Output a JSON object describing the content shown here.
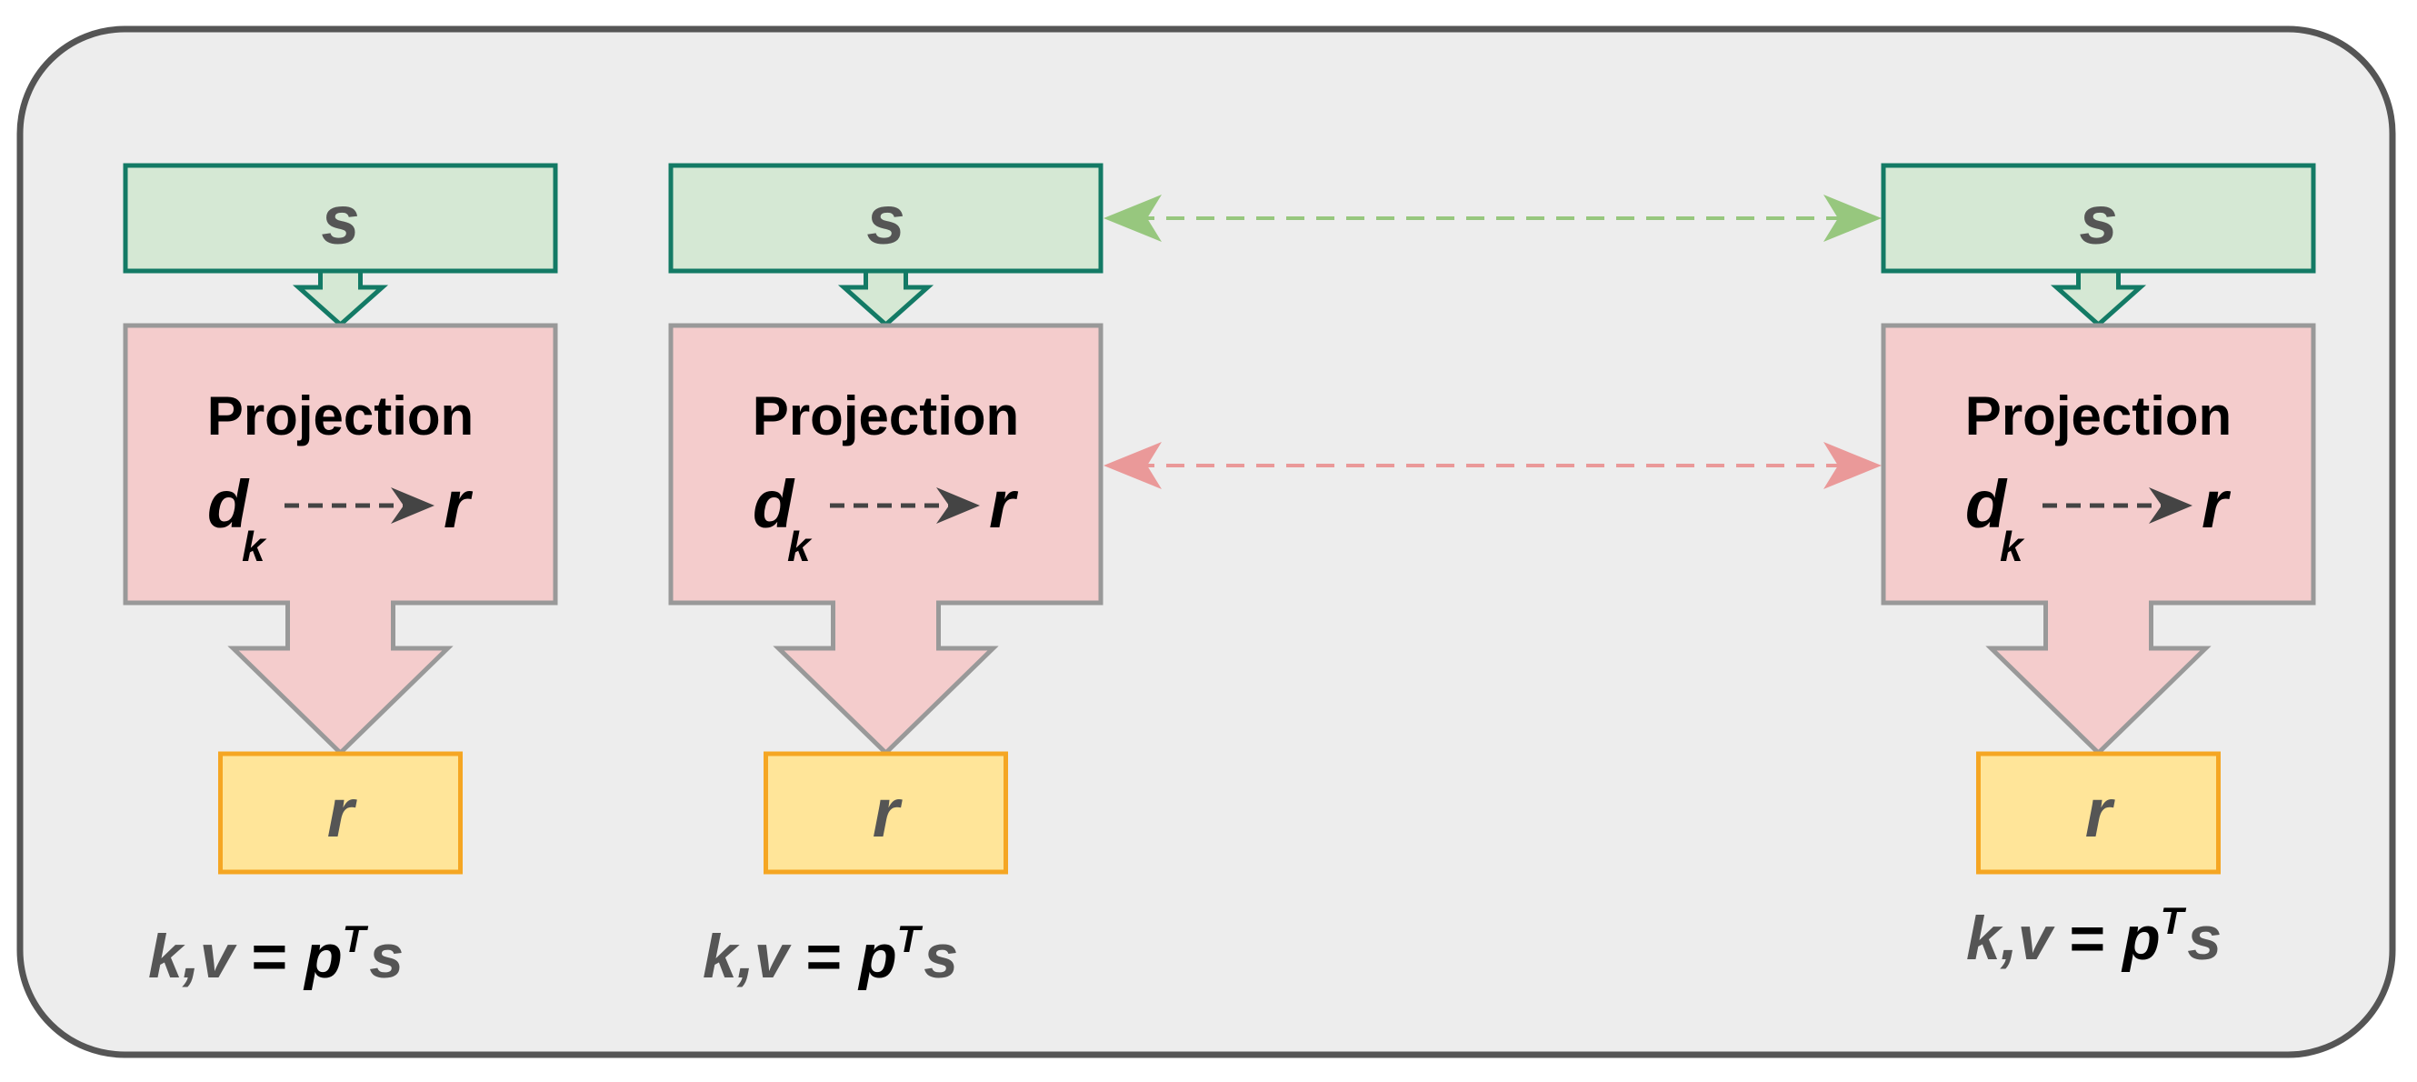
{
  "colors": {
    "panel_fill": "#ededed",
    "panel_stroke": "#555555",
    "s_fill": "#d5e8d4",
    "s_stroke": "#137a65",
    "proj_fill": "#f4cccc",
    "proj_stroke": "#999999",
    "r_fill": "#ffe599",
    "r_stroke": "#f5a623",
    "green_link": "#97c77e",
    "red_link": "#ea9999",
    "inner_arrow": "#444444",
    "dim_text": "#555555"
  },
  "columns": [
    {
      "input_label": "s",
      "projection_title": "Projection",
      "mapping": {
        "from": "d",
        "from_subscript": "k",
        "to": "r"
      },
      "output_label": "r",
      "equation": {
        "lhs": "k,v",
        "equals": "=",
        "p": "p",
        "superscript": "T",
        "s": "s"
      }
    },
    {
      "input_label": "s",
      "projection_title": "Projection",
      "mapping": {
        "from": "d",
        "from_subscript": "k",
        "to": "r"
      },
      "output_label": "r",
      "equation": {
        "lhs": "k,v",
        "equals": "=",
        "p": "p",
        "superscript": "T",
        "s": "s"
      }
    },
    {
      "input_label": "s",
      "projection_title": "Projection",
      "mapping": {
        "from": "d",
        "from_subscript": "k",
        "to": "r"
      },
      "output_label": "r",
      "equation": {
        "lhs": "k,v",
        "equals": "=",
        "p": "p",
        "superscript": "T",
        "s": "s"
      }
    }
  ],
  "links": [
    {
      "kind": "dashed-double-arrow",
      "between": "s-boxes",
      "color_key": "green_link"
    },
    {
      "kind": "dashed-double-arrow",
      "between": "projection-boxes",
      "color_key": "red_link"
    }
  ]
}
